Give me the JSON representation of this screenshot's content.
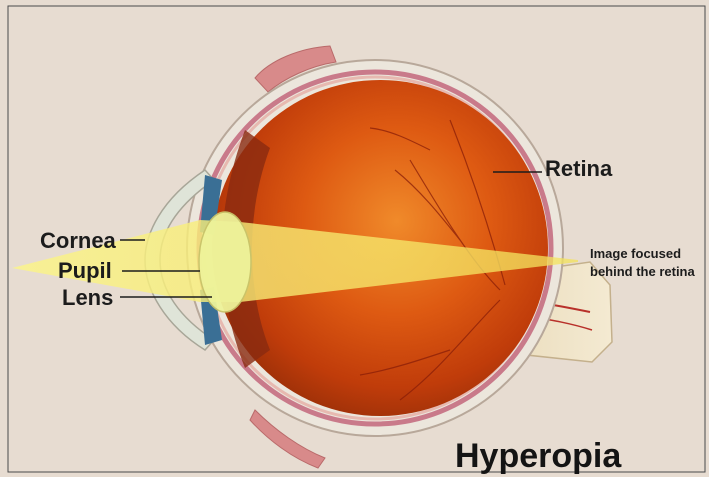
{
  "figure": {
    "title": "Hyperopia",
    "labels": {
      "cornea": "Cornea",
      "pupil": "Pupil",
      "lens": "Lens",
      "retina": "Retina",
      "focus_line1": "Image focused",
      "focus_line2": "behind the retina"
    },
    "colors": {
      "background": "#e7dcd1",
      "sclera": "#ece6dc",
      "eyeball_red": "#d8420c",
      "retina_pink": "#c97a8a",
      "light_beam": "#f5ef6a",
      "lens": "#eef39a",
      "iris": "#3a6f95",
      "label_text": "#1c1c1c"
    }
  }
}
